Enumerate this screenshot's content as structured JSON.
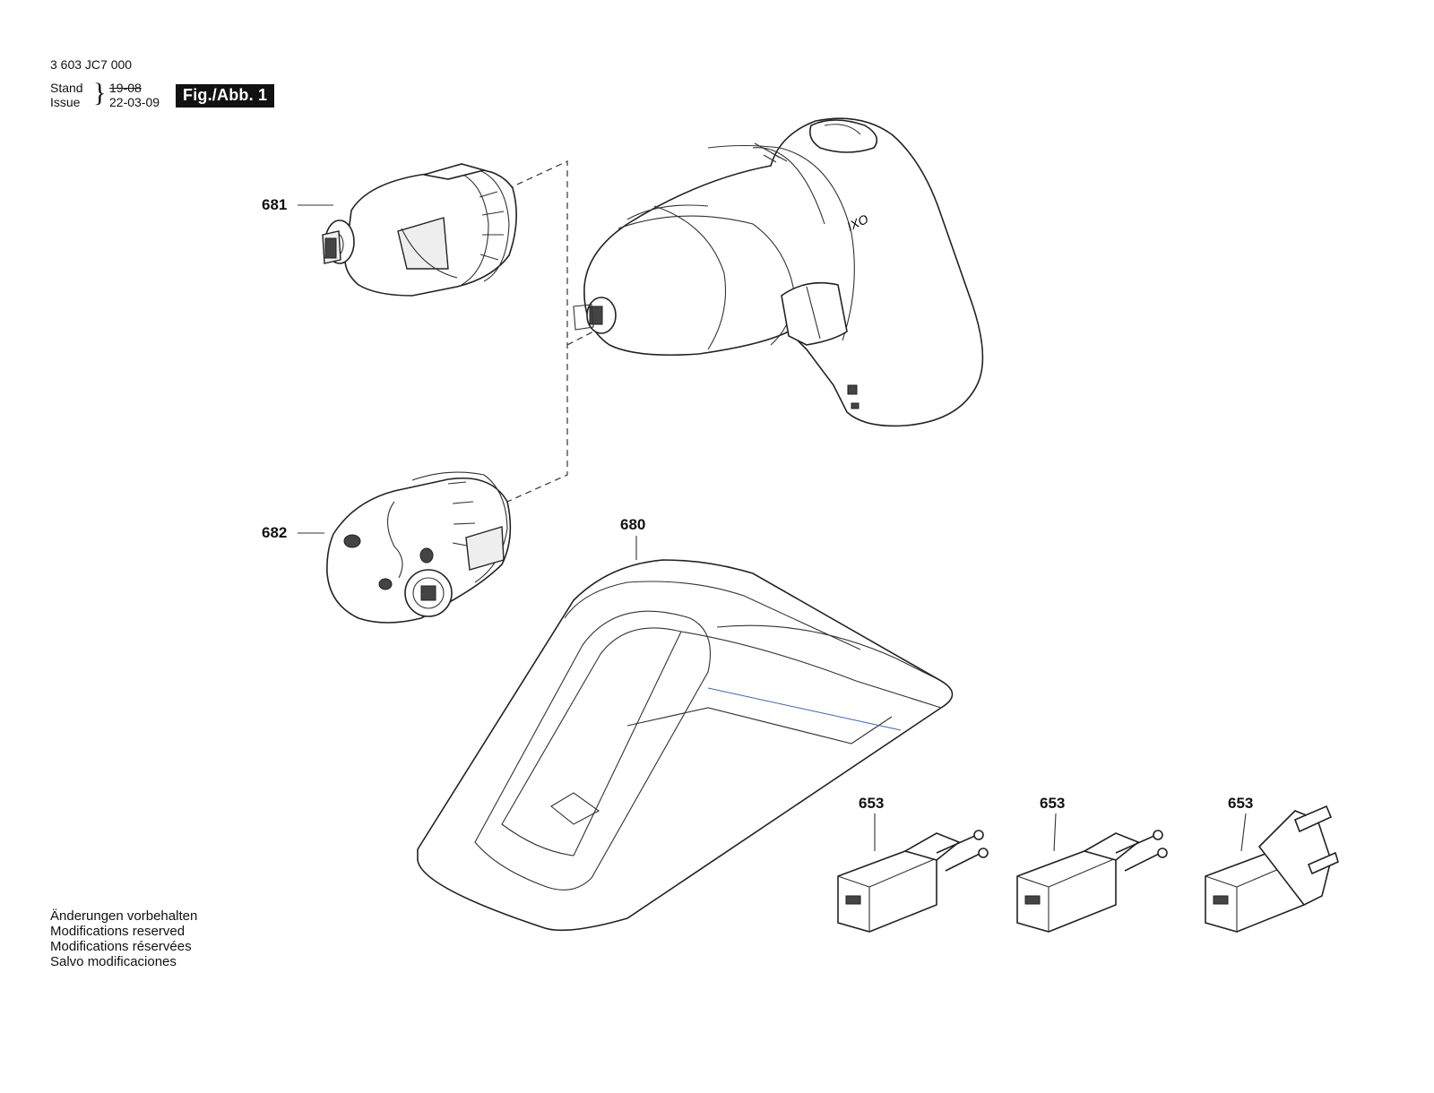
{
  "header": {
    "part_number": "3 603 JC7 000",
    "stand_label": "Stand",
    "issue_label": "Issue",
    "old_date": "19-08",
    "new_date": "22-03-09",
    "figure": "Fig./Abb. 1"
  },
  "parts": {
    "p681": "681",
    "p682": "682",
    "p680": "680",
    "p653a": "653",
    "p653b": "653",
    "p653c": "653"
  },
  "notes": [
    "Änderungen vorbehalten",
    "Modifications reserved",
    "Modifications réservées",
    "Salvo modificaciones"
  ]
}
